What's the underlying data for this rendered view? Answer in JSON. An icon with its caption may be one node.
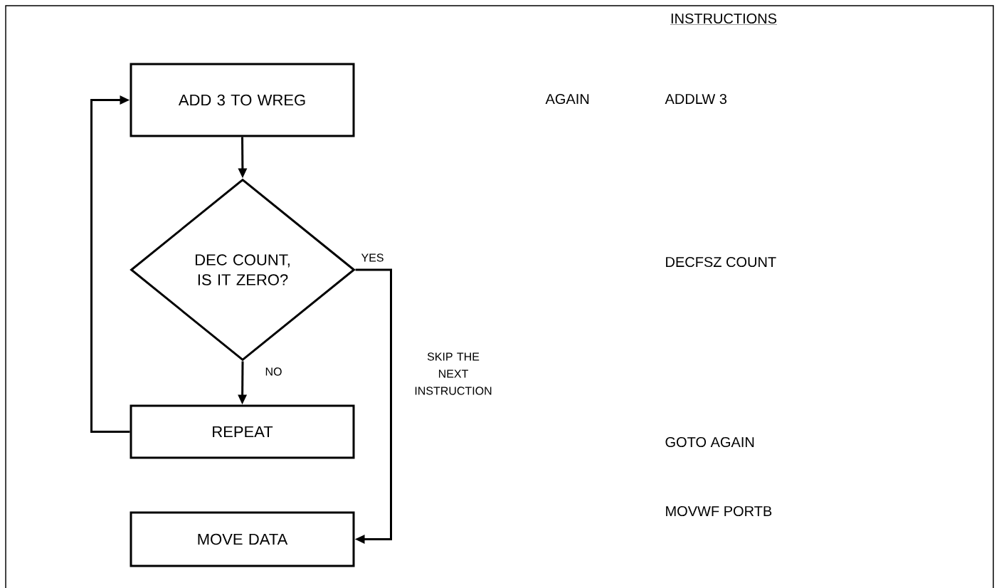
{
  "diagram": {
    "nodes": [
      {
        "text": [
          "ADD 3 TO WREG"
        ]
      },
      {
        "text": [
          "DEC COUNT, IS IT ZERO?"
        ]
      },
      {
        "text": [
          "REPEAT"
        ]
      },
      {
        "text": [
          "MOVE DATA"
        ]
      }
    ],
    "edges": [
      {
        "from": 0,
        "to": 1,
        "arrow": "to"
      },
      {
        "from": 1,
        "to": 2,
        "arrow": "to",
        "label": "NO"
      },
      {
        "from": 2,
        "to": 0,
        "arrow": "to"
      },
      {
        "from": 1,
        "to": 3,
        "arrow": "to",
        "label": "YES"
      }
    ],
    "labels": [
      "INSTRUCTIONS",
      "AGAIN",
      "ADDLW 3",
      "DECFSZ COUNT",
      "SKIP THE NEXT INSTRUCTION",
      "GOTO AGAIN",
      "MOVWF PORTB"
    ]
  }
}
